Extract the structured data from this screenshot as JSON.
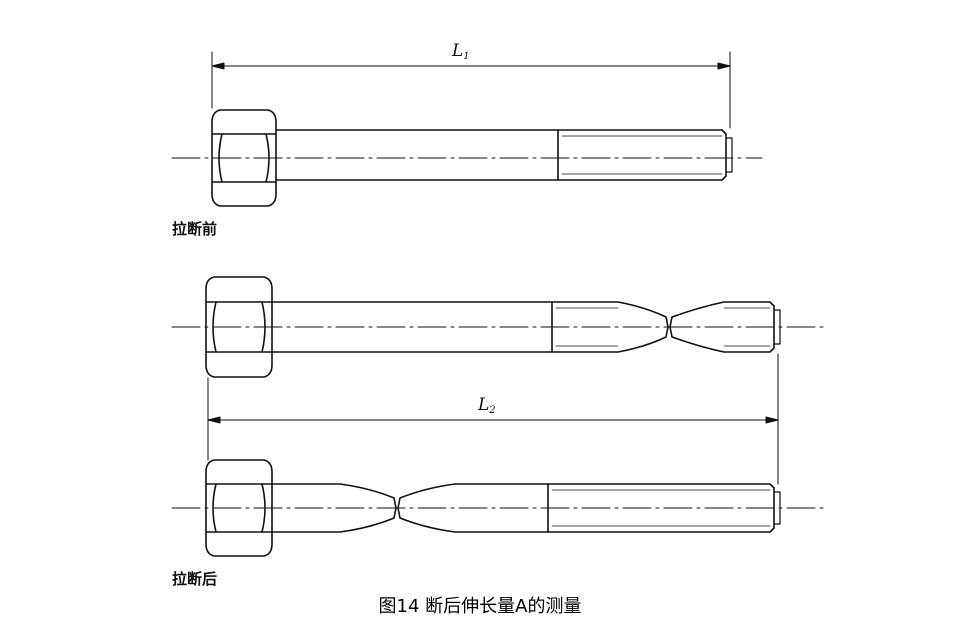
{
  "labels": {
    "before": "拉断前",
    "after": "拉断后",
    "l1_main": "L",
    "l1_sub": "1",
    "l2_main": "L",
    "l2_sub": "2"
  },
  "caption": "图14 断后伸长量A的测量",
  "colors": {
    "line": "#111111",
    "background": "#ffffff"
  }
}
